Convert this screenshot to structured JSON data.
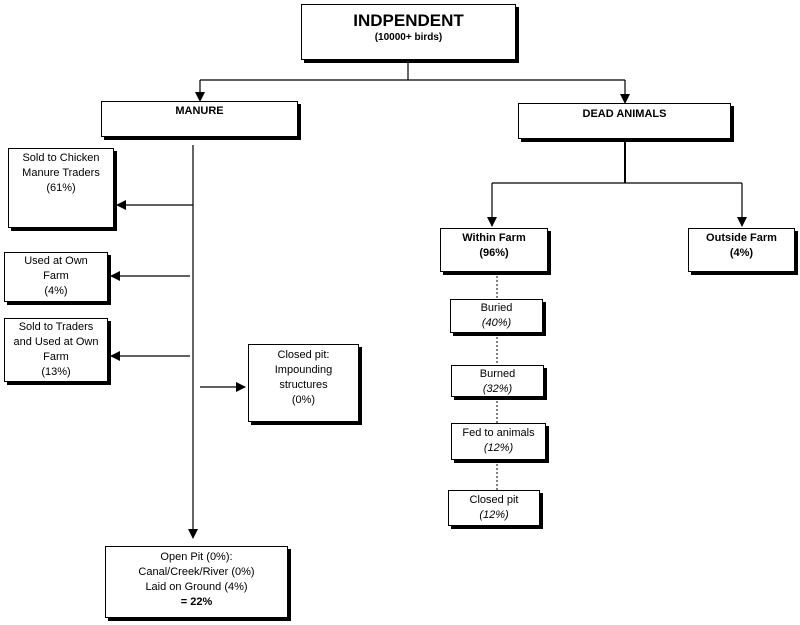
{
  "root": {
    "title": "INDPENDENT",
    "subtitle": "(10000+ birds)"
  },
  "manure": {
    "label": "MANURE",
    "items": [
      {
        "lines": [
          "Sold to Chicken",
          "Manure Traders",
          "(61%)"
        ]
      },
      {
        "lines": [
          "Used at Own",
          "Farm",
          "(4%)"
        ]
      },
      {
        "lines": [
          "Sold to Traders",
          "and Used at Own",
          "Farm",
          "(13%)"
        ]
      }
    ],
    "closed_pit": {
      "lines": [
        "Closed pit:",
        "Impounding",
        "structures",
        "(0%)"
      ]
    },
    "open_pit": {
      "lines": [
        "Open Pit (0%):",
        "Canal/Creek/River (0%)",
        "Laid on Ground (4%)"
      ],
      "total": "= 22%"
    }
  },
  "dead_animals": {
    "label": "DEAD ANIMALS",
    "within_farm": {
      "label": "Within Farm",
      "pct": "(96%)"
    },
    "outside_farm": {
      "label": "Outside Farm",
      "pct": "(4%)"
    },
    "methods": [
      {
        "label": "Buried",
        "pct": "(40%)"
      },
      {
        "label": "Burned",
        "pct": "(32%)"
      },
      {
        "label": "Fed to animals",
        "pct": "(12%)"
      },
      {
        "label": "Closed pit",
        "pct": "(12%)"
      }
    ]
  }
}
